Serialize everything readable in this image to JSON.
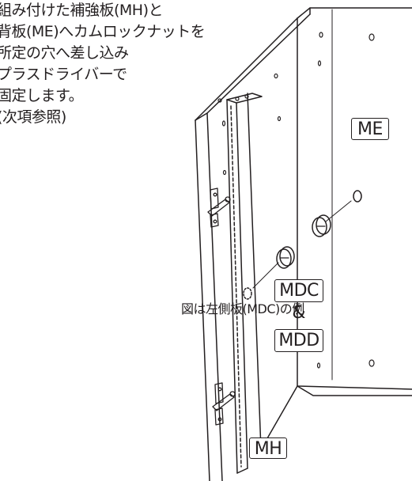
{
  "instructions": [
    "組み付けた補強板(MH)と",
    "背板(ME)へカムロックナットを",
    "所定の穴へ差し込み",
    "プラスドライバーで",
    "固定します。",
    "(次項参照)"
  ],
  "caption": "図は左側板(MDC)の例",
  "labels": {
    "me": "ME",
    "mdc": "MDC",
    "amp": "&",
    "mdd": "MDD",
    "mh": "MH"
  }
}
